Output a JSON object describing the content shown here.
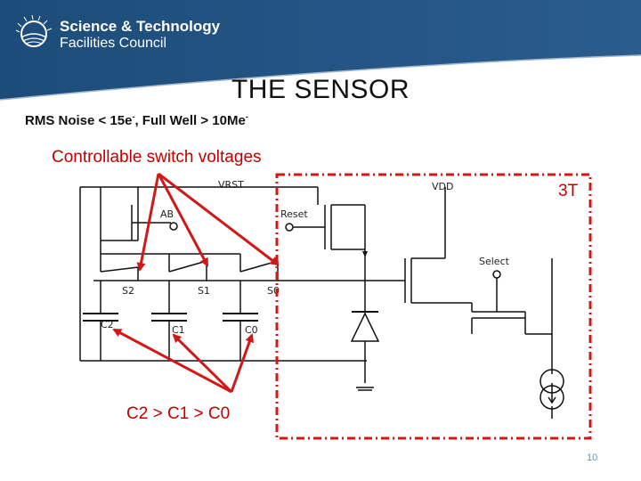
{
  "header": {
    "logo_line1": "Science & Technology",
    "logo_line2": "Facilities Council",
    "colors": {
      "band": "#1f4e79",
      "logo_text": "#ffffff"
    },
    "icon": "sun-logo-icon"
  },
  "slide": {
    "title": "THE SENSOR",
    "subtitle": {
      "part1": "RMS Noise < 15e",
      "sup1": "-",
      "part2": ", Full Well > 10Me",
      "sup2": "-"
    },
    "page_number": "10"
  },
  "annotations": {
    "switch_voltages": "Controllable switch voltages",
    "capacitor_order": "C2 > C1 > C0",
    "three_t": "3T",
    "color": "#d01818"
  },
  "circuit_labels": {
    "vrst": "VRST",
    "vdd": "VDD",
    "ab": "AB",
    "reset": "Reset",
    "select": "Select",
    "s2": "S2",
    "s1": "S1",
    "s0": "S0",
    "c2": "C2",
    "c1": "C1",
    "c0": "C0"
  }
}
